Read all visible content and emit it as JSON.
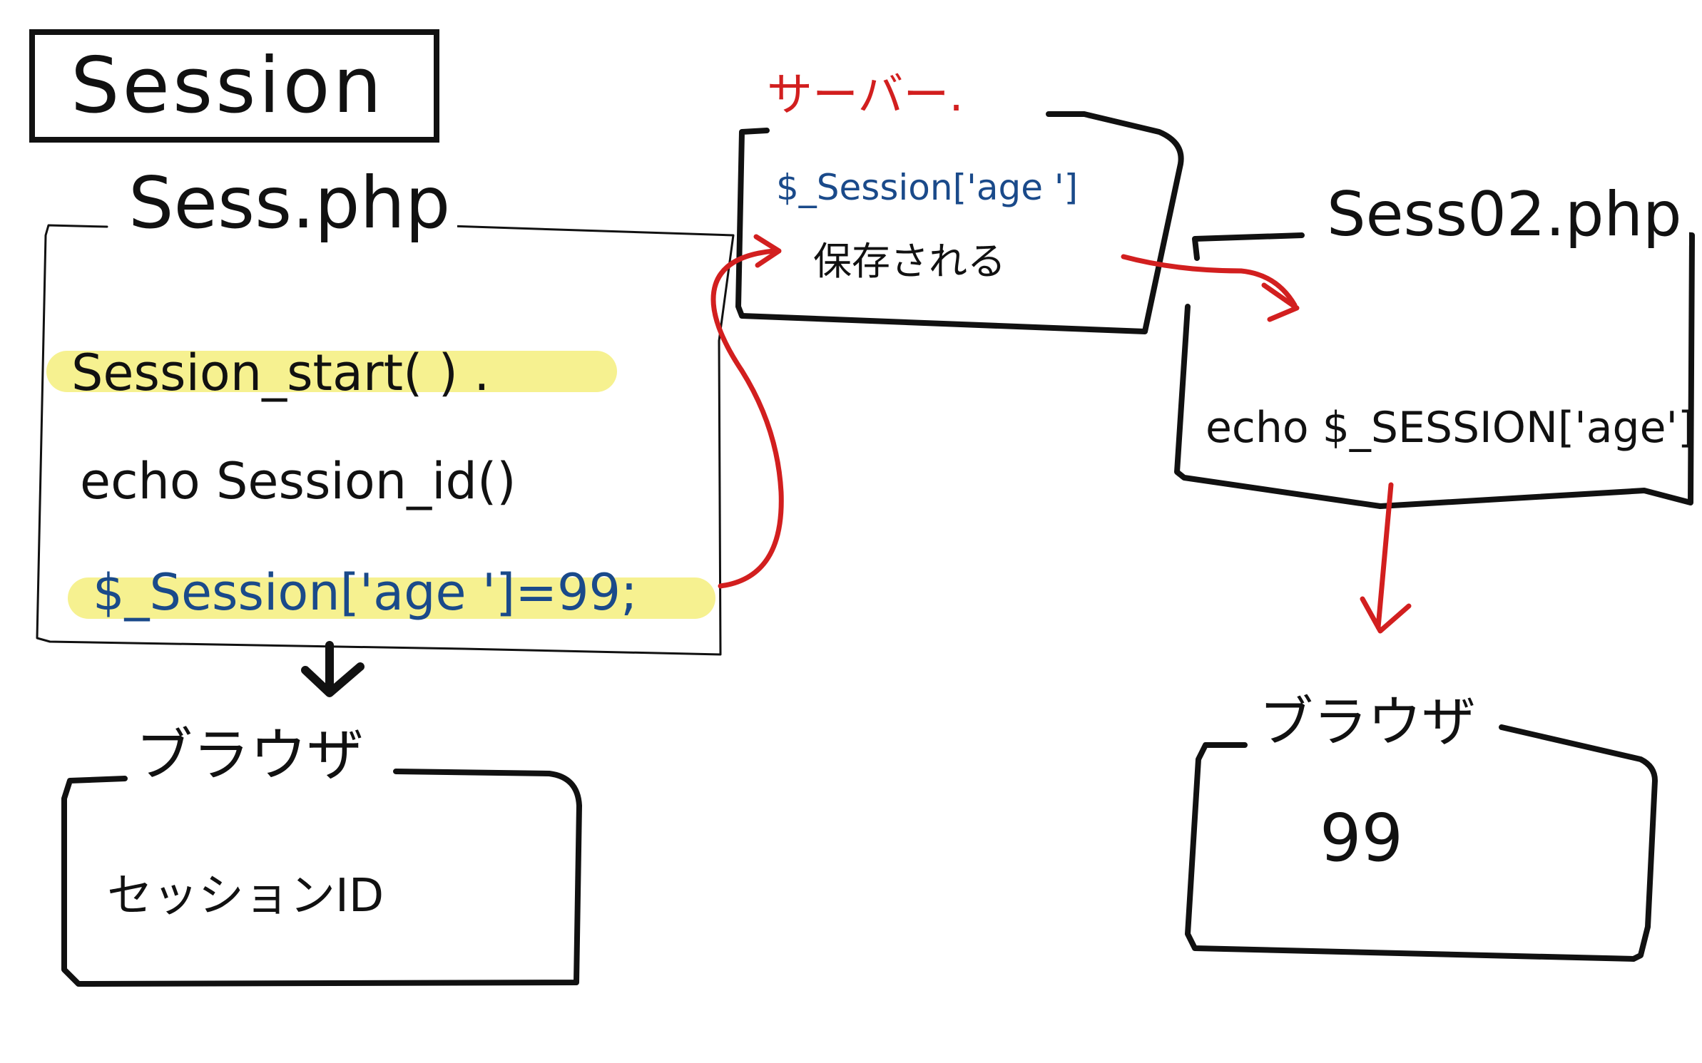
{
  "diagram": {
    "title": "Session",
    "left_box": {
      "label": "Sess.php",
      "lines": [
        {
          "text": "Session_start( ) .",
          "highlight": true,
          "color": "black"
        },
        {
          "text": "echo   Session_id()",
          "highlight": false,
          "color": "black"
        },
        {
          "text": "$_Session['age ']=99;",
          "highlight": true,
          "color": "blue"
        }
      ]
    },
    "server_box": {
      "label": "サーバー.",
      "lines": [
        {
          "text": "$_Session['age ']",
          "color": "blue"
        },
        {
          "text": "保存される",
          "color": "black"
        }
      ]
    },
    "right_box": {
      "label": "Sess02.php",
      "lines": [
        {
          "text": "echo  $_SESSION['age']",
          "color": "black"
        }
      ]
    },
    "left_browser": {
      "label": "ブラウザ",
      "content": "セッションID"
    },
    "right_browser": {
      "label": "ブラウザ",
      "content": "99"
    },
    "colors": {
      "ink": "#111111",
      "blue_ink": "#1a4a8a",
      "red_ink": "#d21f1f",
      "highlight": "#f4ef7c"
    }
  }
}
